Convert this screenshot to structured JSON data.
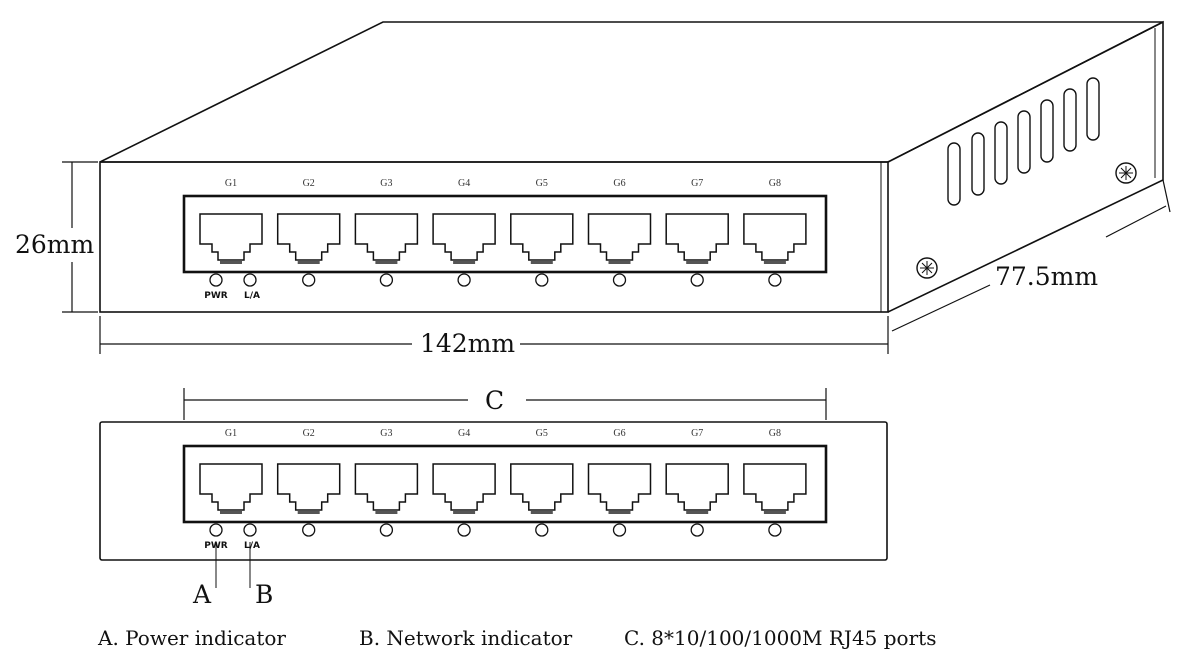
{
  "dimensions": {
    "height": "26mm",
    "width": "142mm",
    "depth": "77.5mm"
  },
  "ports": [
    "G1",
    "G2",
    "G3",
    "G4",
    "G5",
    "G6",
    "G7",
    "G8"
  ],
  "leds": {
    "power": "PWR",
    "link_activity": "L/A"
  },
  "callouts": {
    "a": "A",
    "b": "B",
    "c": "C"
  },
  "legend": {
    "a": "A. Power indicator",
    "b": "B. Network indicator",
    "c": "C. 8*10/100/1000M RJ45 ports"
  }
}
